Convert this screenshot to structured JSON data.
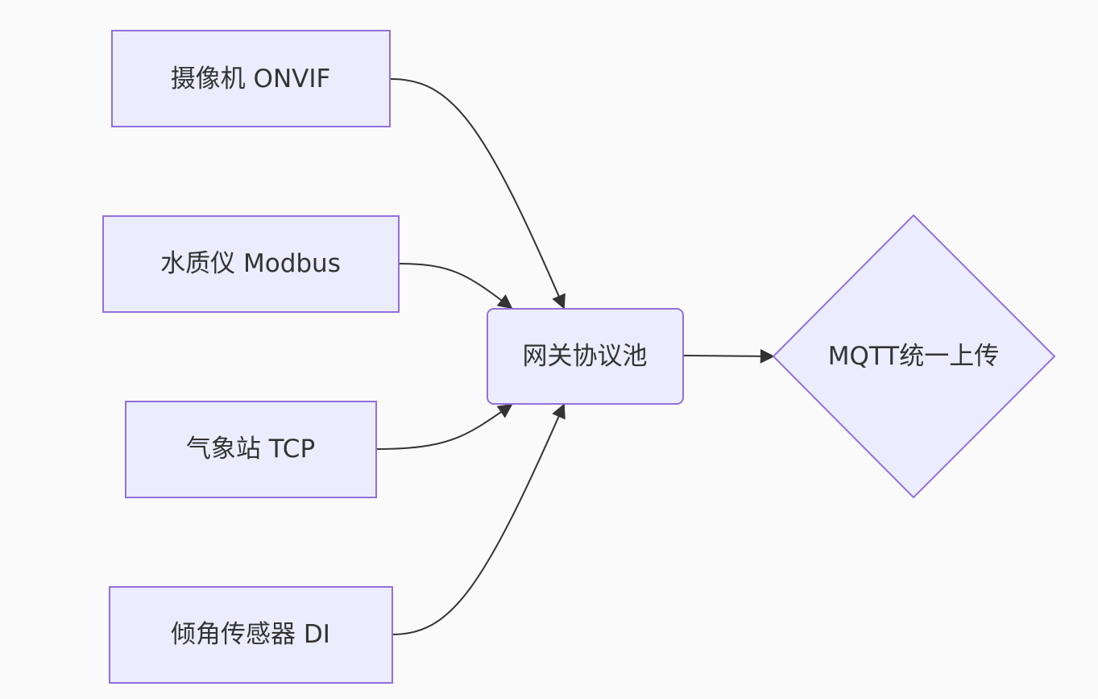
{
  "diagram": {
    "nodes": {
      "camera": "摄像机 ONVIF",
      "water": "水质仪 Modbus",
      "weather": "气象站 TCP",
      "tilt": "倾角传感器 DI",
      "gateway": "网关协议池",
      "mqtt": "MQTT统一上传"
    },
    "edges": [
      {
        "from": "camera",
        "to": "gateway"
      },
      {
        "from": "water",
        "to": "gateway"
      },
      {
        "from": "weather",
        "to": "gateway"
      },
      {
        "from": "tilt",
        "to": "gateway"
      },
      {
        "from": "gateway",
        "to": "mqtt"
      }
    ],
    "colors": {
      "node_fill": "#ececff",
      "node_stroke": "#9370db",
      "edge": "#333333",
      "text": "#333333",
      "background": "#fafafa"
    }
  }
}
